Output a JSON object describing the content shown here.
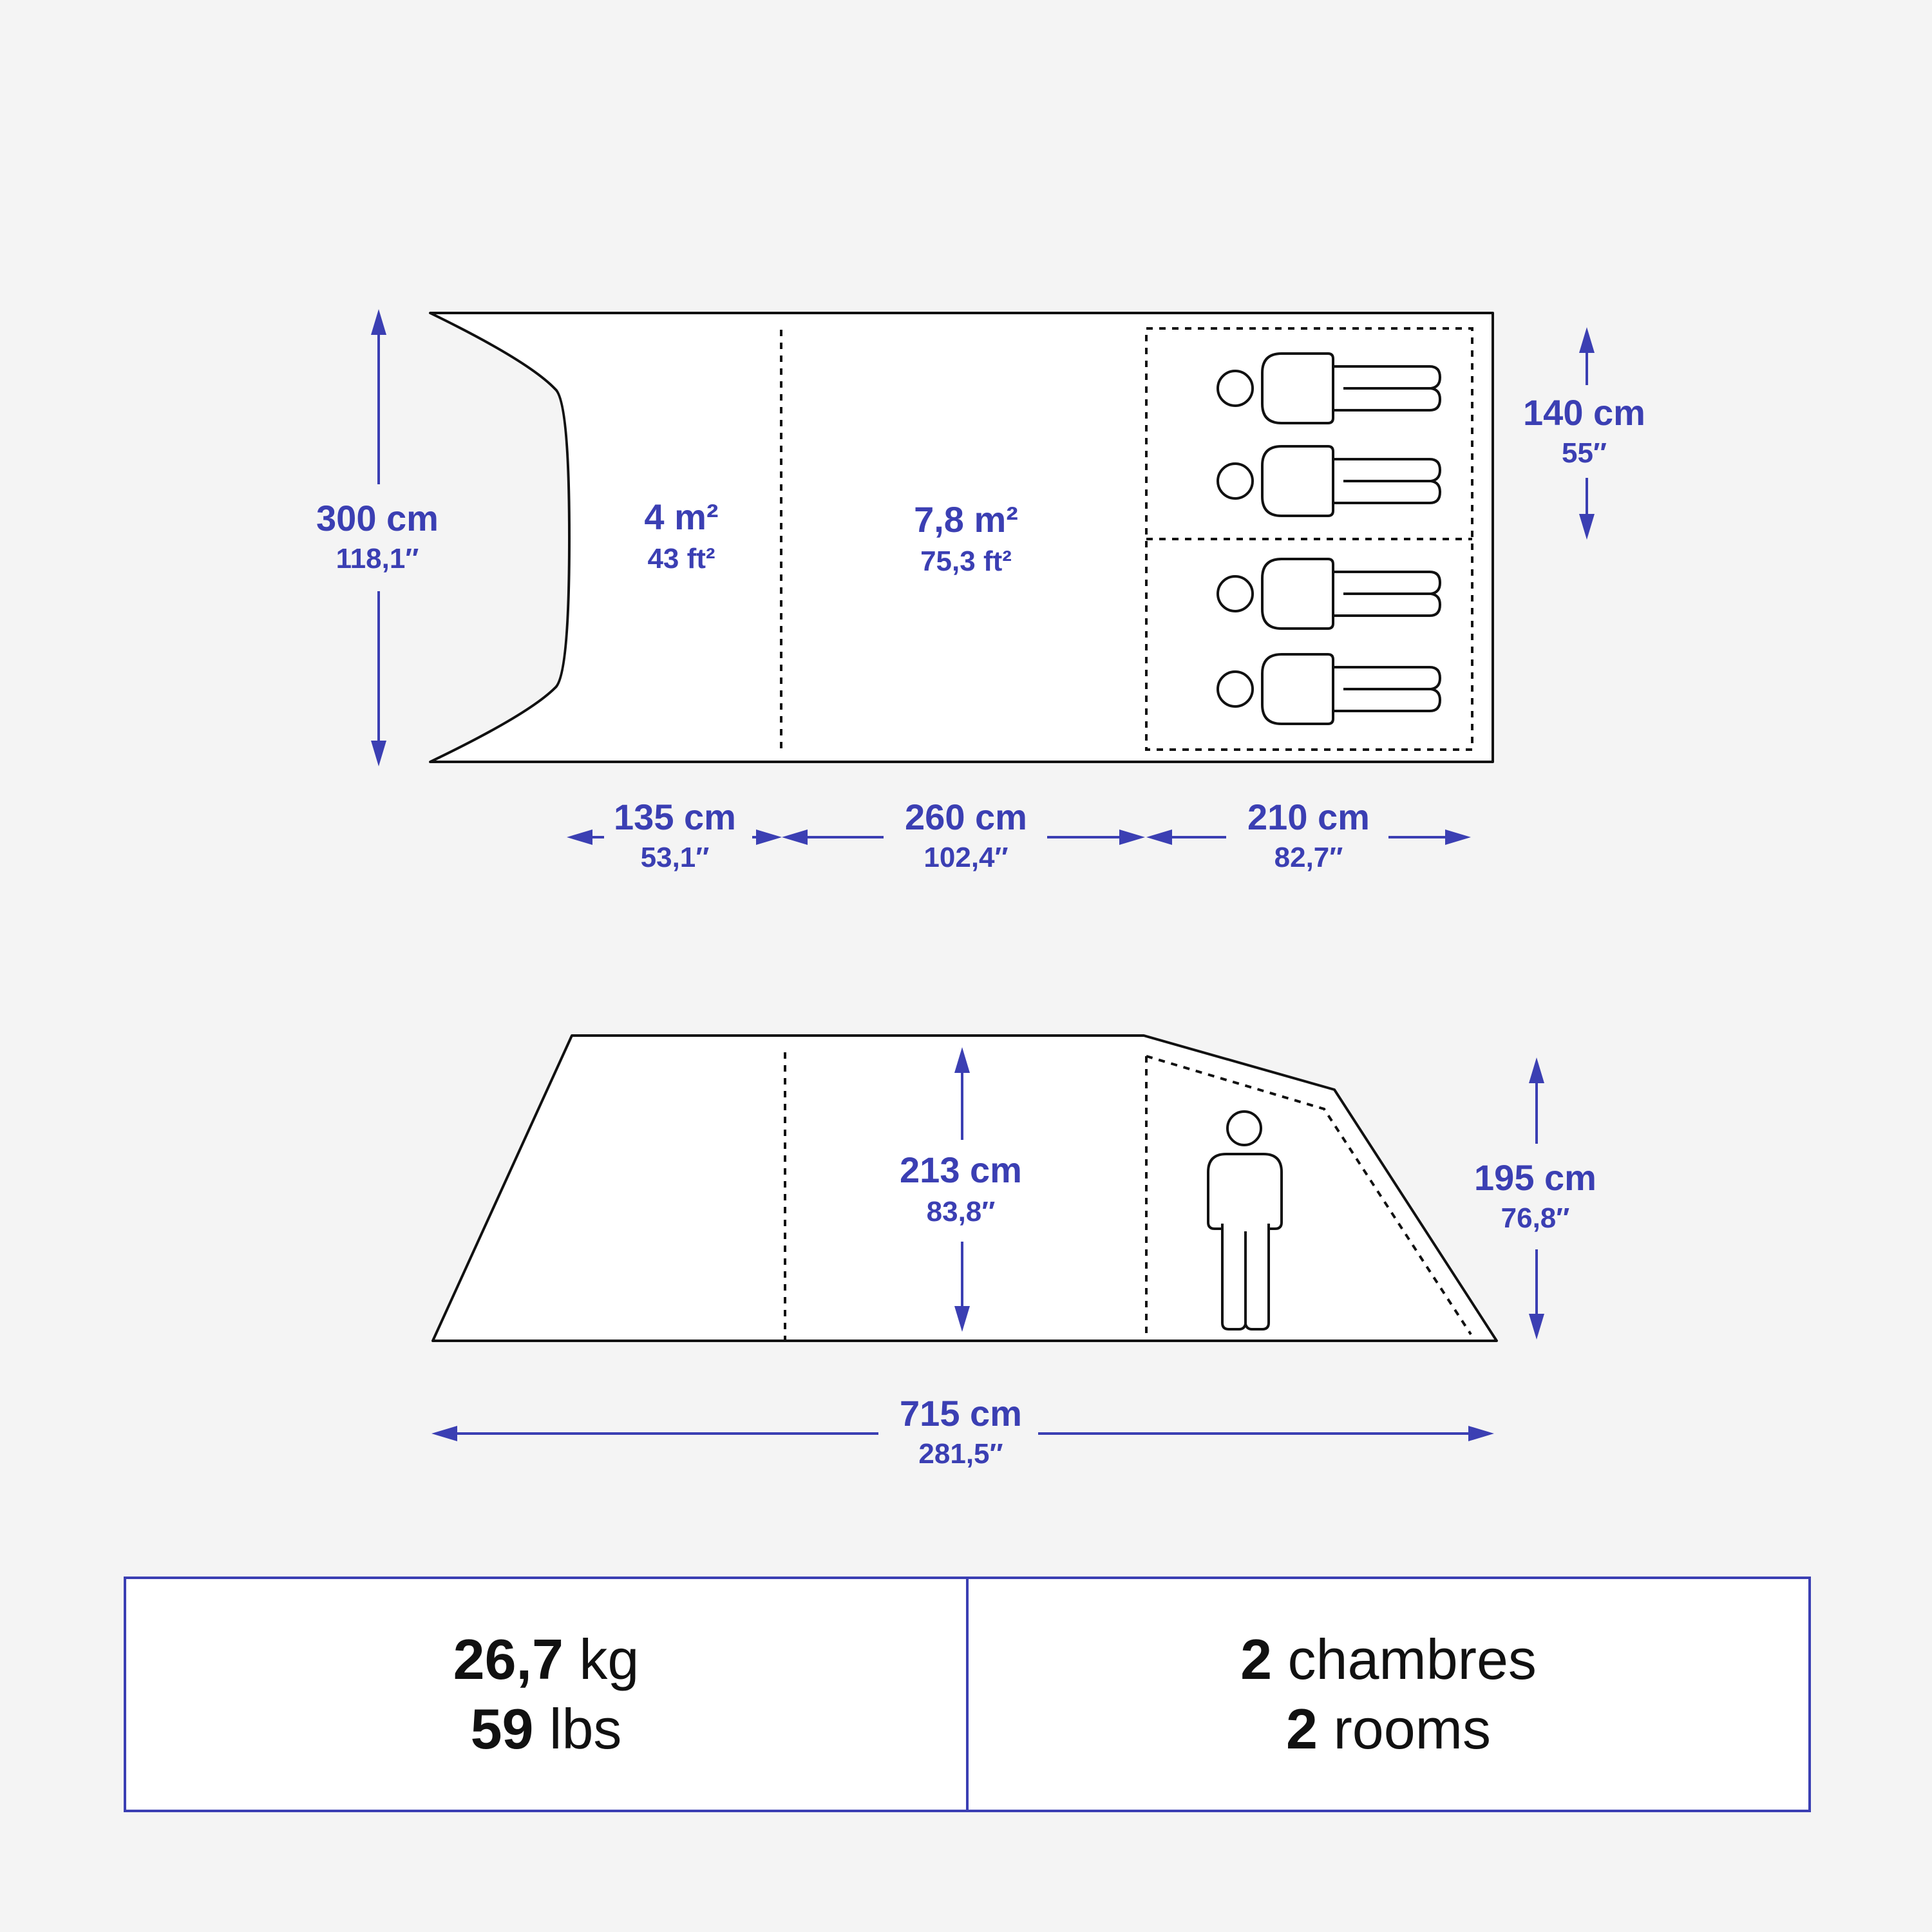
{
  "colors": {
    "accent": "#3b3fb3",
    "outline": "#111111",
    "fill": "#ffffff",
    "background": "#f4f4f4"
  },
  "top_view": {
    "width_dim": {
      "cm": "300 cm",
      "in": "118,1″"
    },
    "bedroom_dim": {
      "cm": "140 cm",
      "in": "55″"
    },
    "areas": [
      {
        "main": "4 m²",
        "sub": "43 ft²"
      },
      {
        "main": "7,8 m²",
        "sub": "75,3 ft²"
      }
    ],
    "length_dims": [
      {
        "cm": "135 cm",
        "in": "53,1″"
      },
      {
        "cm": "260 cm",
        "in": "102,4″"
      },
      {
        "cm": "210 cm",
        "in": "82,7″"
      }
    ],
    "sleeper_icon": "sleeping-person-icon",
    "sleepers": 4
  },
  "side_view": {
    "height_dim": {
      "cm": "213 cm",
      "in": "83,8″"
    },
    "room_height_dim": {
      "cm": "195 cm",
      "in": "76,8″"
    },
    "total_length_dim": {
      "cm": "715 cm",
      "in": "281,5″"
    },
    "person_icon": "standing-person-icon"
  },
  "specs": [
    {
      "lines": [
        {
          "value": "26,7",
          "unit": " kg"
        },
        {
          "value": "59",
          "unit": " lbs"
        }
      ]
    },
    {
      "lines": [
        {
          "value": "2",
          "unit": " chambres"
        },
        {
          "value": "2",
          "unit": " rooms"
        }
      ]
    }
  ]
}
